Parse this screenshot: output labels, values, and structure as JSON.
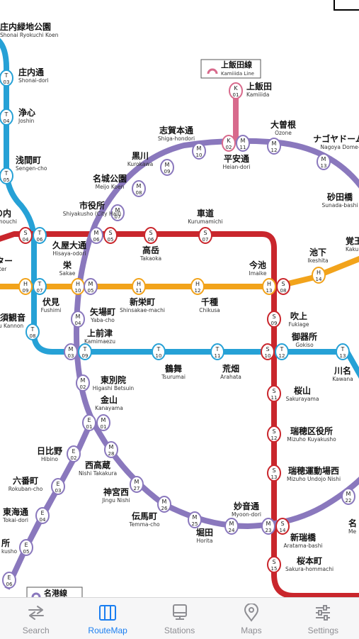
{
  "colors": {
    "higashiyama": "#f2a31b",
    "meijo": "#8a78bd",
    "tsurumai": "#26a1d6",
    "sakuradori": "#c9262c",
    "kamiiida": "#d86a8c",
    "tab_active": "#1a7ef0",
    "tab_inactive": "#8e8e93"
  },
  "map": {
    "line_kamiiida_label": "上飯田線",
    "line_kamiiida_romaji": "Kamiiida Line",
    "line_meiko_label": "名港線",
    "stations": [
      {
        "id": "shonai-ryokuchi",
        "jp": "庄内緑地公園",
        "ro": "Shonai Ryokuchi Koen"
      },
      {
        "id": "shonai-dori",
        "jp": "庄内通",
        "ro": "Shonai-dori",
        "code": "T 03"
      },
      {
        "id": "joshin",
        "jp": "浄心",
        "ro": "Joshin",
        "code": "T 04"
      },
      {
        "id": "sengencho",
        "jp": "浅間町",
        "ro": "Sengen-cho",
        "code": "T 05"
      },
      {
        "id": "marunouchi",
        "jp": "丸の内",
        "ro": "Marunouchi",
        "code": "S 04 / T 06"
      },
      {
        "id": "kamiiida",
        "jp": "上飯田",
        "ro": "Kamiiida",
        "code": "K 01"
      },
      {
        "id": "heian-dori",
        "jp": "平安通",
        "ro": "Heian-dori",
        "code": "K 02 / M 11"
      },
      {
        "id": "shiga-hondori",
        "jp": "志賀本通",
        "ro": "Shiga-hondori",
        "code": "M 10"
      },
      {
        "id": "ozone",
        "jp": "大曽根",
        "ro": "Ozone",
        "code": "M 12"
      },
      {
        "id": "nagoya-dome",
        "jp": "ナゴヤドーム前",
        "ro": "Nagoya Dome-m",
        "code": "M 13"
      },
      {
        "id": "sunada-bashi",
        "jp": "砂田橋",
        "ro": "Sunada-bashi"
      },
      {
        "id": "kurokawa",
        "jp": "黒川",
        "ro": "Kurokawa",
        "code": "M 09"
      },
      {
        "id": "meijo-koen",
        "jp": "名城公園",
        "ro": "Meijo Koen",
        "code": "M 08"
      },
      {
        "id": "shiyakusho",
        "jp": "市役所",
        "ro": "Shiyakusho (City Hall)",
        "code": "M 07"
      },
      {
        "id": "hisaya-odori",
        "jp": "久屋大通",
        "ro": "Hisaya-odori",
        "code": "M 06 / S 05"
      },
      {
        "id": "kurumamichi",
        "jp": "車道",
        "ro": "Kurumamichi",
        "code": "S 07"
      },
      {
        "id": "takaoka",
        "jp": "高岳",
        "ro": "Takaoka",
        "code": "S 06"
      },
      {
        "id": "sakae",
        "jp": "栄",
        "ro": "Sakae",
        "code": "H 10 / M 05"
      },
      {
        "id": "shinsakae",
        "jp": "新栄町",
        "ro": "Shinsakae-machi",
        "code": "H 11"
      },
      {
        "id": "chikusa",
        "jp": "千種",
        "ro": "Chikusa",
        "code": "H 12"
      },
      {
        "id": "imaike",
        "jp": "今池",
        "ro": "Imaike",
        "code": "H 13 / S 08"
      },
      {
        "id": "ikeshita",
        "jp": "池下",
        "ro": "Ikeshita",
        "code": "H 14"
      },
      {
        "id": "fushimi",
        "jp": "伏見",
        "ro": "Fushimi",
        "code": "H 09 / T 07"
      },
      {
        "id": "osu-kannon",
        "jp": "大須観音",
        "ro": "Osu Kannon",
        "code": "T 08"
      },
      {
        "id": "yabacho",
        "jp": "矢場町",
        "ro": "Yaba-cho",
        "code": "M 04"
      },
      {
        "id": "kamimaezu",
        "jp": "上前津",
        "ro": "Kamimaezu",
        "code": "M 03 / T 09"
      },
      {
        "id": "fukiage",
        "jp": "吹上",
        "ro": "Fukiage",
        "code": "S 09"
      },
      {
        "id": "tsurumai",
        "jp": "鶴舞",
        "ro": "Tsurumai",
        "code": "T 10"
      },
      {
        "id": "arahata",
        "jp": "荒畑",
        "ro": "Arahata",
        "code": "T 11"
      },
      {
        "id": "gokiso",
        "jp": "御器所",
        "ro": "Gokiso",
        "code": "S 10 / T 12"
      },
      {
        "id": "kawana",
        "jp": "川名",
        "ro": "Kawana",
        "code": "T 13"
      },
      {
        "id": "higashi-betsuin",
        "jp": "東別院",
        "ro": "Higashi Betsuin",
        "code": "M 02"
      },
      {
        "id": "kanayama",
        "jp": "金山",
        "ro": "Kanayama",
        "code": "E 01 / M 01"
      },
      {
        "id": "sakurayama",
        "jp": "桜山",
        "ro": "Sakurayama",
        "code": "S 11"
      },
      {
        "id": "mizuho-kuyakusho",
        "jp": "瑞穂区役所",
        "ro": "Mizuho Kuyakusho",
        "code": "S 12"
      },
      {
        "id": "mizuho-undojo",
        "jp": "瑞穂運動場西",
        "ro": "Mizuho Undojo Nishi",
        "code": "S 13"
      },
      {
        "id": "hibino",
        "jp": "日比野",
        "ro": "Hibino",
        "code": "E 02"
      },
      {
        "id": "rokuban-cho",
        "jp": "六番町",
        "ro": "Rokuban-cho",
        "code": "E 03"
      },
      {
        "id": "tokai-dori",
        "jp": "東海通",
        "ro": "Tokai-dori",
        "code": "E 04"
      },
      {
        "id": "minato-kuyakusho",
        "jp": "所",
        "ro": "kusho",
        "code": "E 05"
      },
      {
        "id": "e06",
        "code": "E 06"
      },
      {
        "id": "nishi-takakura",
        "jp": "西高蔵",
        "ro": "Nishi Takakura",
        "code": "M 28"
      },
      {
        "id": "jingu-nishi",
        "jp": "神宮西",
        "ro": "Jingu Nishi",
        "code": "M 27"
      },
      {
        "id": "temmacho",
        "jp": "伝馬町",
        "ro": "Temma-cho",
        "code": "M 26"
      },
      {
        "id": "horita",
        "jp": "堀田",
        "ro": "Horita",
        "code": "M 25"
      },
      {
        "id": "myoon-dori",
        "jp": "妙音通",
        "ro": "Myoon-dori",
        "code": "M 24"
      },
      {
        "id": "aratama-bashi",
        "jp": "新瑞橋",
        "ro": "Aratama-bashi",
        "code": "M 23 / S 14"
      },
      {
        "id": "sakura-hommachi",
        "jp": "桜本町",
        "ro": "Sakura-hommachi",
        "code": "S 15"
      },
      {
        "id": "m22",
        "code": "M 22"
      },
      {
        "id": "kakuozan",
        "jp": "覚王",
        "ro": "Kaku"
      },
      {
        "id": "meidaimae",
        "jp": "名",
        "ro": "Me"
      },
      {
        "id": "center-left",
        "jp": "ター",
        "ro": "nter"
      }
    ]
  },
  "tabs": [
    {
      "id": "search",
      "label": "Search",
      "icon": "search-icon"
    },
    {
      "id": "routemap",
      "label": "RouteMap",
      "icon": "map-book-icon",
      "active": true
    },
    {
      "id": "stations",
      "label": "Stations",
      "icon": "station-board-icon"
    },
    {
      "id": "maps",
      "label": "Maps",
      "icon": "location-pin-icon"
    },
    {
      "id": "settings",
      "label": "Settings",
      "icon": "sliders-icon"
    }
  ]
}
